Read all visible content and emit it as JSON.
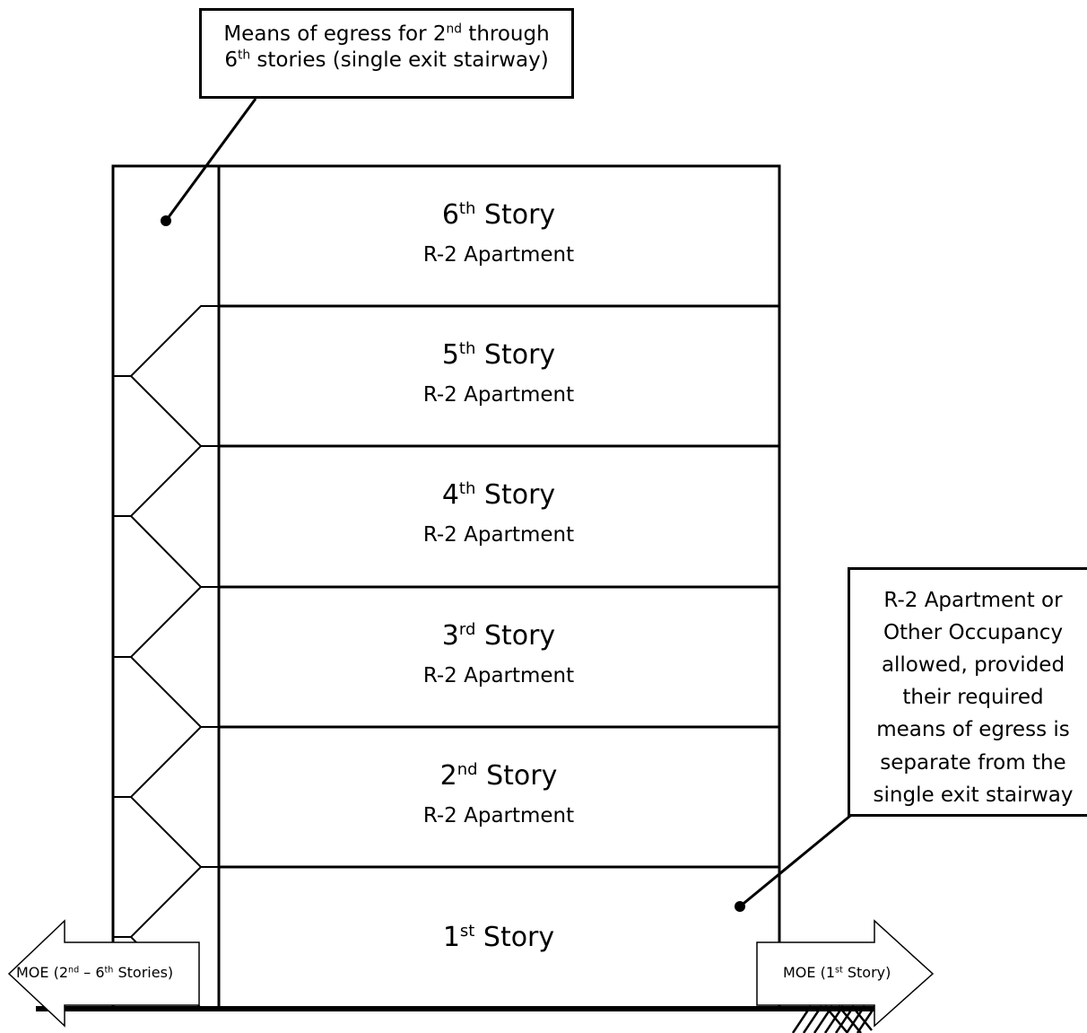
{
  "callouts": {
    "top": {
      "line1_a": "Means of egress for 2",
      "line1_sup": "nd",
      "line1_b": " through",
      "line2_sup": "th",
      "line2_a": "6",
      "line2_b": " stories (single exit stairway)"
    },
    "right": {
      "lines": [
        "R-2 Apartment or",
        "Other Occupancy",
        "allowed, provided",
        "their required",
        "means of egress is",
        "separate from the",
        "single exit stairway"
      ]
    }
  },
  "stories": [
    {
      "num": "6",
      "sup": "th",
      "word": " Story",
      "occupancy": "R-2 Apartment"
    },
    {
      "num": "5",
      "sup": "th",
      "word": " Story",
      "occupancy": "R-2 Apartment"
    },
    {
      "num": "4",
      "sup": "th",
      "word": " Story",
      "occupancy": "R-2 Apartment"
    },
    {
      "num": "3",
      "sup": "rd",
      "word": " Story",
      "occupancy": "R-2 Apartment"
    },
    {
      "num": "2",
      "sup": "nd",
      "word": " Story",
      "occupancy": "R-2 Apartment"
    },
    {
      "num": "1",
      "sup": "st",
      "word": " Story",
      "occupancy": ""
    }
  ],
  "arrows": {
    "left": {
      "a": "MOE (2",
      "sup1": "nd",
      "b": " – 6",
      "sup2": "th",
      "c": " Stories)"
    },
    "right": {
      "a": "MOE (1",
      "sup1": "st",
      "b": " Story)"
    }
  }
}
